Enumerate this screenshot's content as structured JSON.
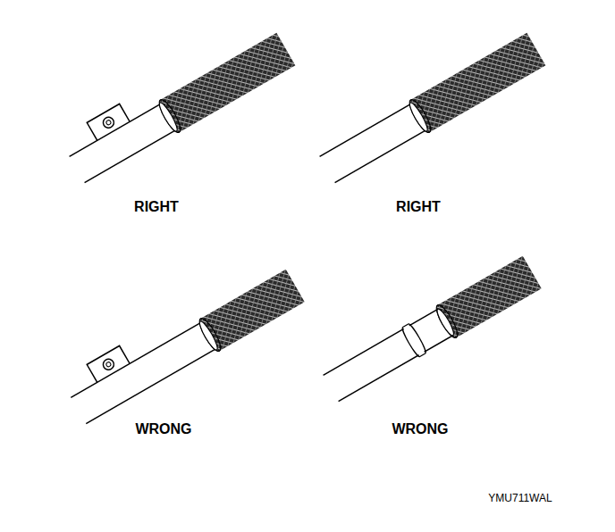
{
  "diagram": {
    "labels": [
      "RIGHT",
      "RIGHT",
      "WRONG",
      "WRONG",
      "YMU711WAL"
    ]
  }
}
